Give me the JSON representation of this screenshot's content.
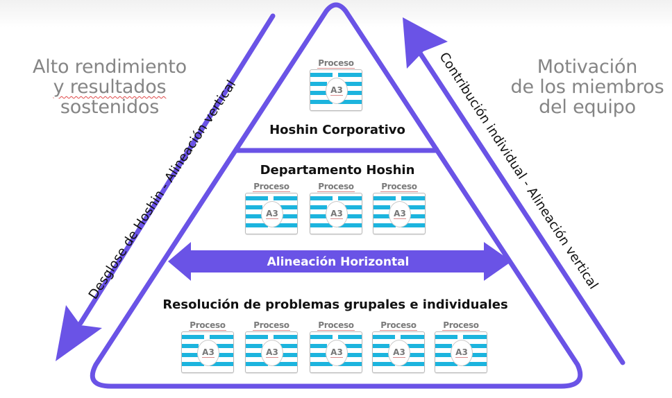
{
  "colors": {
    "accent": "#6a53e6",
    "process_bar": "#1cb4de",
    "side_text": "#858585",
    "label_text": "#111111"
  },
  "left_note": {
    "lines": [
      "Alto rendimiento",
      "y resultados",
      "sostenidos"
    ]
  },
  "right_note": {
    "lines": [
      "Motivación",
      "de los miembros",
      "del equipo"
    ]
  },
  "left_arrow": {
    "direction": "down",
    "label": "Desglose de Hoshin - Alineación vertical"
  },
  "right_arrow": {
    "direction": "up",
    "label": "Contribución individual - Alineación vertical"
  },
  "pyramid": {
    "levels": [
      {
        "title": "Hoshin Corporativo",
        "processes": [
          {
            "caption": "Proceso",
            "badge": "A3"
          }
        ]
      },
      {
        "title": "Departamento Hoshin",
        "processes": [
          {
            "caption": "Proceso",
            "badge": "A3"
          },
          {
            "caption": "Proceso",
            "badge": "A3"
          },
          {
            "caption": "Proceso",
            "badge": "A3"
          }
        ]
      },
      {
        "title": "Resolución de problemas grupales e individuales",
        "processes": [
          {
            "caption": "Proceso",
            "badge": "A3"
          },
          {
            "caption": "Proceso",
            "badge": "A3"
          },
          {
            "caption": "Proceso",
            "badge": "A3"
          },
          {
            "caption": "Proceso",
            "badge": "A3"
          },
          {
            "caption": "Proceso",
            "badge": "A3"
          }
        ]
      }
    ],
    "horizontal_arrow": {
      "label": "Alineación Horizontal",
      "direction": "both"
    }
  }
}
